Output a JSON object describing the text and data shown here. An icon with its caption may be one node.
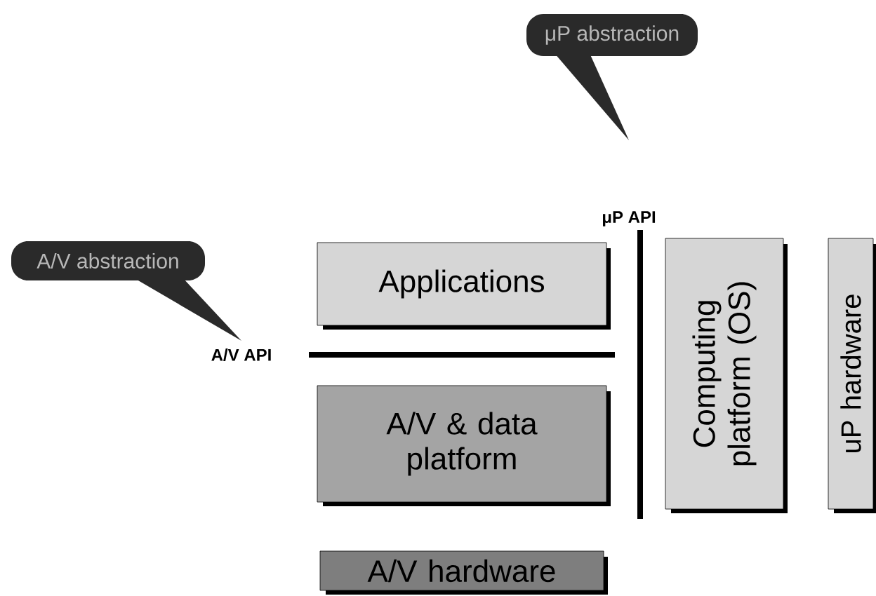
{
  "diagram": {
    "nodes": [
      {
        "text": [
          "μP abstraction"
        ]
      },
      {
        "text": [
          "A/V abstraction"
        ]
      },
      {
        "text": [
          "Applications"
        ]
      },
      {
        "text": [
          "A/V & data platform"
        ]
      },
      {
        "text": [
          "A/V hardware"
        ]
      },
      {
        "text": [
          "Computing platform (OS)"
        ]
      },
      {
        "text": [
          "uP hardware"
        ]
      }
    ],
    "edges": [],
    "labels": [
      "μP API",
      "A/V API"
    ]
  }
}
